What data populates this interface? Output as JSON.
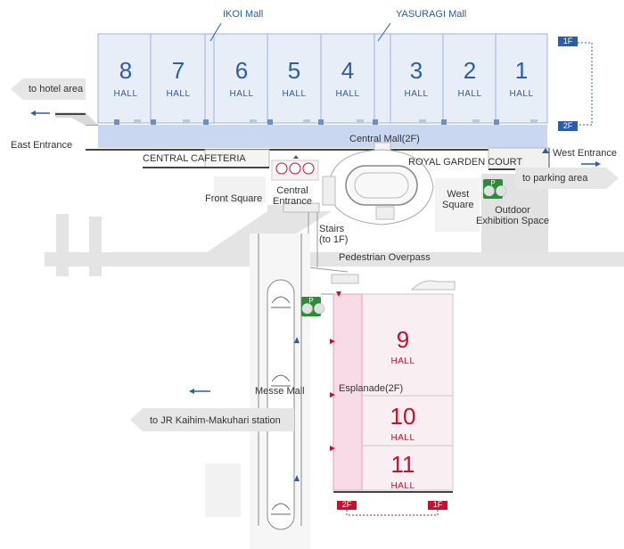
{
  "malls": [
    {
      "name": "IKOI Mall"
    },
    {
      "name": "YASURAGI Mall"
    }
  ],
  "north_halls": [
    {
      "number": "8",
      "label": "HALL"
    },
    {
      "number": "7",
      "label": "HALL"
    },
    {
      "number": "6",
      "label": "HALL"
    },
    {
      "number": "5",
      "label": "HALL"
    },
    {
      "number": "4",
      "label": "HALL"
    },
    {
      "number": "3",
      "label": "HALL"
    },
    {
      "number": "2",
      "label": "HALL"
    },
    {
      "number": "1",
      "label": "HALL"
    }
  ],
  "south_halls": [
    {
      "number": "9",
      "label": "HALL"
    },
    {
      "number": "10",
      "label": "HALL"
    },
    {
      "number": "11",
      "label": "HALL"
    }
  ],
  "floor_tags": {
    "north_1f": "1F",
    "north_2f": "2F",
    "south_2f": "2F",
    "south_1f": "1F"
  },
  "labels": {
    "to_hotel": "to hotel area",
    "east_entrance": "East Entrance",
    "central_mall": "Central Mall(2F)",
    "central_cafeteria": "CENTRAL CAFETERIA",
    "royal_garden_court": "ROYAL GARDEN COURT",
    "west_entrance": "West Entrance",
    "to_parking": "to parking area",
    "front_square": "Front Square",
    "central_entrance": "Central\nEntrance",
    "west_square": "West\nSquare",
    "outdoor_exhibition": "Outdoor\nExhibition Space",
    "stairs": "Stairs\n(to 1F)",
    "pedestrian_overpass": "Pedestrian Overpass",
    "messe_mall": "Messe Mall",
    "esplanade": "Esplanade(2F)",
    "to_station": "to JR Kaihim-Makuhari station"
  },
  "colors": {
    "north_accent": "#2a5ea8",
    "south_accent": "#c8102e",
    "hall_blue_fill": "#e8eef8",
    "mall_blue_fill": "#c9d8f0",
    "esplanade_fill": "#f7dbe6",
    "bike_green": "#2e8b3a"
  },
  "icons": [
    "bicycle-parking-icon",
    "arrow-left-icon",
    "arrow-right-icon"
  ]
}
